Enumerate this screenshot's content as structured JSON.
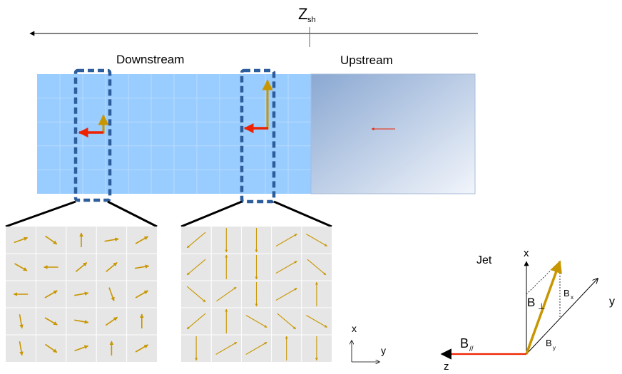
{
  "labels": {
    "z_sh_main": "Z",
    "z_sh_sub": "sh",
    "downstream": "Downstream",
    "upstream": "Upstream",
    "jet": "Jet",
    "axis_x": "x",
    "axis_y": "y",
    "axis_z": "z",
    "b_perp_main": "B",
    "b_perp_sub": "⊥",
    "b_par_main": "B",
    "b_par_sub": "//",
    "bx_main": "B",
    "bx_sub": "x",
    "by_main": "B",
    "by_sub": "y",
    "small_axis_x": "x",
    "small_axis_y": "y"
  },
  "colors": {
    "downstream_fill": "#99ccff",
    "upstream_dark": "#8aa8d2",
    "upstream_light": "#f2f5fb",
    "dashed_box": "#2e5d9b",
    "field_arrow": "#c89600",
    "flow_arrow": "#ee2200",
    "panel_fill": "#e6e6e6",
    "panel_grid": "#ffffff"
  },
  "panels": {
    "left_angles": [
      [
        20,
        -35,
        90,
        10,
        30
      ],
      [
        -30,
        180,
        40,
        40,
        10
      ],
      [
        180,
        30,
        10,
        -70,
        30
      ],
      [
        -80,
        -30,
        -10,
        35,
        90
      ],
      [
        -80,
        -35,
        20,
        90,
        30
      ]
    ],
    "right_angles": [
      [
        -140,
        -90,
        -90,
        30,
        -30
      ],
      [
        -140,
        90,
        -90,
        30,
        -40
      ],
      [
        -40,
        35,
        -90,
        30,
        90
      ],
      [
        -140,
        90,
        -30,
        -40,
        -30
      ],
      [
        -90,
        30,
        30,
        90,
        -90
      ]
    ]
  }
}
